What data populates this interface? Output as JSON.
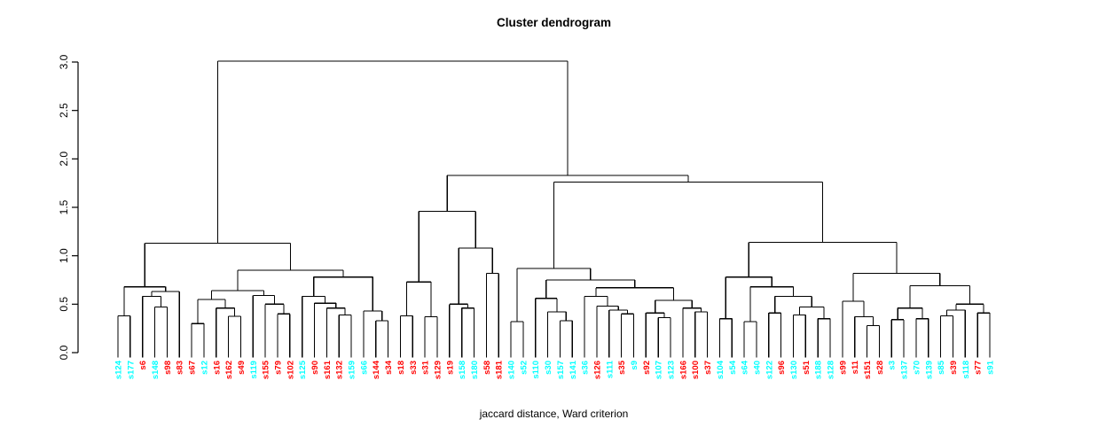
{
  "chart_data": {
    "type": "dendrogram",
    "title": "Cluster dendrogram",
    "xlabel": "jaccard distance, Ward criterion",
    "y_axis": {
      "min": 0.0,
      "max": 3.0,
      "tick_labels": [
        "0.0",
        "0.5",
        "1.0",
        "1.5",
        "2.0",
        "2.5",
        "3.0"
      ]
    },
    "colors": {
      "line": "#000000",
      "red": "#FF0000",
      "cyan": "#00FFFF"
    },
    "leaves": [
      {
        "label": "s124",
        "color": "cyan"
      },
      {
        "label": "s177",
        "color": "cyan"
      },
      {
        "label": "s6",
        "color": "red"
      },
      {
        "label": "s148",
        "color": "cyan"
      },
      {
        "label": "s98",
        "color": "red"
      },
      {
        "label": "s83",
        "color": "red"
      },
      {
        "label": "s67",
        "color": "red"
      },
      {
        "label": "s12",
        "color": "cyan"
      },
      {
        "label": "s16",
        "color": "red"
      },
      {
        "label": "s162",
        "color": "red"
      },
      {
        "label": "s49",
        "color": "red"
      },
      {
        "label": "s119",
        "color": "cyan"
      },
      {
        "label": "s155",
        "color": "red"
      },
      {
        "label": "s79",
        "color": "red"
      },
      {
        "label": "s102",
        "color": "red"
      },
      {
        "label": "s125",
        "color": "cyan"
      },
      {
        "label": "s90",
        "color": "red"
      },
      {
        "label": "s161",
        "color": "red"
      },
      {
        "label": "s132",
        "color": "red"
      },
      {
        "label": "s159",
        "color": "cyan"
      },
      {
        "label": "s66",
        "color": "cyan"
      },
      {
        "label": "s144",
        "color": "red"
      },
      {
        "label": "s34",
        "color": "red"
      },
      {
        "label": "s18",
        "color": "red"
      },
      {
        "label": "s33",
        "color": "red"
      },
      {
        "label": "s31",
        "color": "red"
      },
      {
        "label": "s129",
        "color": "red"
      },
      {
        "label": "s19",
        "color": "red"
      },
      {
        "label": "s158",
        "color": "cyan"
      },
      {
        "label": "s180",
        "color": "cyan"
      },
      {
        "label": "s58",
        "color": "red"
      },
      {
        "label": "s181",
        "color": "red"
      },
      {
        "label": "s140",
        "color": "cyan"
      },
      {
        "label": "s52",
        "color": "cyan"
      },
      {
        "label": "s110",
        "color": "cyan"
      },
      {
        "label": "s30",
        "color": "cyan"
      },
      {
        "label": "s157",
        "color": "cyan"
      },
      {
        "label": "s141",
        "color": "cyan"
      },
      {
        "label": "s36",
        "color": "cyan"
      },
      {
        "label": "s126",
        "color": "red"
      },
      {
        "label": "s111",
        "color": "cyan"
      },
      {
        "label": "s35",
        "color": "red"
      },
      {
        "label": "s9",
        "color": "cyan"
      },
      {
        "label": "s92",
        "color": "red"
      },
      {
        "label": "s107",
        "color": "cyan"
      },
      {
        "label": "s123",
        "color": "cyan"
      },
      {
        "label": "s166",
        "color": "red"
      },
      {
        "label": "s100",
        "color": "red"
      },
      {
        "label": "s37",
        "color": "red"
      },
      {
        "label": "s104",
        "color": "cyan"
      },
      {
        "label": "s54",
        "color": "cyan"
      },
      {
        "label": "s64",
        "color": "cyan"
      },
      {
        "label": "s40",
        "color": "cyan"
      },
      {
        "label": "s122",
        "color": "cyan"
      },
      {
        "label": "s96",
        "color": "red"
      },
      {
        "label": "s130",
        "color": "cyan"
      },
      {
        "label": "s51",
        "color": "red"
      },
      {
        "label": "s188",
        "color": "cyan"
      },
      {
        "label": "s128",
        "color": "cyan"
      },
      {
        "label": "s99",
        "color": "red"
      },
      {
        "label": "s11",
        "color": "red"
      },
      {
        "label": "s151",
        "color": "red"
      },
      {
        "label": "s28",
        "color": "red"
      },
      {
        "label": "s3",
        "color": "cyan"
      },
      {
        "label": "s137",
        "color": "cyan"
      },
      {
        "label": "s70",
        "color": "cyan"
      },
      {
        "label": "s139",
        "color": "cyan"
      },
      {
        "label": "s85",
        "color": "cyan"
      },
      {
        "label": "s39",
        "color": "red"
      },
      {
        "label": "s118",
        "color": "cyan"
      },
      {
        "label": "s77",
        "color": "red"
      },
      {
        "label": "s91",
        "color": "cyan"
      }
    ],
    "tree": {
      "h": 3.01,
      "c": [
        {
          "h": 1.13,
          "c": [
            {
              "h": 0.68,
              "c": [
                {
                  "h": 0.38,
                  "c": [
                    "s124",
                    "s177"
                  ]
                },
                {
                  "h": 0.63,
                  "c": [
                    {
                      "h": 0.58,
                      "c": [
                        "s6",
                        {
                          "h": 0.47,
                          "c": [
                            "s148",
                            "s98"
                          ]
                        }
                      ]
                    },
                    "s83"
                  ]
                }
              ]
            },
            {
              "h": 0.85,
              "c": [
                {
                  "h": 0.64,
                  "c": [
                    {
                      "h": 0.55,
                      "c": [
                        {
                          "h": 0.3,
                          "c": [
                            "s67",
                            "s12"
                          ]
                        },
                        {
                          "h": 0.46,
                          "c": [
                            "s16",
                            {
                              "h": 0.375,
                              "c": [
                                "s162",
                                "s49"
                              ]
                            }
                          ]
                        }
                      ]
                    },
                    {
                      "h": 0.59,
                      "c": [
                        "s119",
                        {
                          "h": 0.5,
                          "c": [
                            "s155",
                            {
                              "h": 0.4,
                              "c": [
                                "s79",
                                "s102"
                              ]
                            }
                          ]
                        }
                      ]
                    }
                  ]
                },
                {
                  "h": 0.78,
                  "c": [
                    {
                      "h": 0.58,
                      "c": [
                        "s125",
                        {
                          "h": 0.51,
                          "c": [
                            "s90",
                            {
                              "h": 0.46,
                              "c": [
                                "s161",
                                {
                                  "h": 0.39,
                                  "c": [
                                    "s132",
                                    "s159"
                                  ]
                                }
                              ]
                            }
                          ]
                        }
                      ]
                    },
                    {
                      "h": 0.43,
                      "c": [
                        "s66",
                        {
                          "h": 0.33,
                          "c": [
                            "s144",
                            "s34"
                          ]
                        }
                      ]
                    }
                  ]
                }
              ]
            }
          ]
        },
        {
          "h": 1.83,
          "c": [
            {
              "h": 1.46,
              "c": [
                {
                  "h": 0.73,
                  "c": [
                    {
                      "h": 0.38,
                      "c": [
                        "s18",
                        "s33"
                      ]
                    },
                    {
                      "h": 0.37,
                      "c": [
                        "s31",
                        "s129"
                      ]
                    }
                  ]
                },
                {
                  "h": 1.08,
                  "c": [
                    {
                      "h": 0.5,
                      "c": [
                        "s19",
                        {
                          "h": 0.46,
                          "c": [
                            "s158",
                            "s180"
                          ]
                        }
                      ]
                    },
                    {
                      "h": 0.82,
                      "c": [
                        "s58",
                        "s181"
                      ]
                    }
                  ]
                }
              ]
            },
            {
              "h": 1.76,
              "c": [
                {
                  "h": 0.87,
                  "c": [
                    {
                      "h": 0.32,
                      "c": [
                        "s140",
                        "s52"
                      ]
                    },
                    {
                      "h": 0.75,
                      "c": [
                        {
                          "h": 0.56,
                          "c": [
                            "s110",
                            {
                              "h": 0.42,
                              "c": [
                                "s30",
                                {
                                  "h": 0.33,
                                  "c": [
                                    "s157",
                                    "s141"
                                  ]
                                }
                              ]
                            }
                          ]
                        },
                        {
                          "h": 0.67,
                          "c": [
                            {
                              "h": 0.58,
                              "c": [
                                "s36",
                                {
                                  "h": 0.48,
                                  "c": [
                                    "s126",
                                    {
                                      "h": 0.44,
                                      "c": [
                                        "s111",
                                        {
                                          "h": 0.4,
                                          "c": [
                                            "s35",
                                            "s9"
                                          ]
                                        }
                                      ]
                                    }
                                  ]
                                }
                              ]
                            },
                            {
                              "h": 0.54,
                              "c": [
                                {
                                  "h": 0.41,
                                  "c": [
                                    "s92",
                                    {
                                      "h": 0.36,
                                      "c": [
                                        "s107",
                                        "s123"
                                      ]
                                    }
                                  ]
                                },
                                {
                                  "h": 0.46,
                                  "c": [
                                    "s166",
                                    {
                                      "h": 0.42,
                                      "c": [
                                        "s100",
                                        "s37"
                                      ]
                                    }
                                  ]
                                }
                              ]
                            }
                          ]
                        }
                      ]
                    }
                  ]
                },
                {
                  "h": 1.14,
                  "c": [
                    {
                      "h": 0.78,
                      "c": [
                        {
                          "h": 0.35,
                          "c": [
                            "s104",
                            "s54"
                          ]
                        },
                        {
                          "h": 0.68,
                          "c": [
                            {
                              "h": 0.32,
                              "c": [
                                "s64",
                                "s40"
                              ]
                            },
                            {
                              "h": 0.58,
                              "c": [
                                {
                                  "h": 0.41,
                                  "c": [
                                    "s122",
                                    "s96"
                                  ]
                                },
                                {
                                  "h": 0.47,
                                  "c": [
                                    {
                                      "h": 0.39,
                                      "c": [
                                        "s130",
                                        "s51"
                                      ]
                                    },
                                    {
                                      "h": 0.35,
                                      "c": [
                                        "s188",
                                        "s128"
                                      ]
                                    }
                                  ]
                                }
                              ]
                            }
                          ]
                        }
                      ]
                    },
                    {
                      "h": 0.82,
                      "c": [
                        {
                          "h": 0.53,
                          "c": [
                            "s99",
                            {
                              "h": 0.37,
                              "c": [
                                "s11",
                                {
                                  "h": 0.28,
                                  "c": [
                                    "s151",
                                    "s28"
                                  ]
                                }
                              ]
                            }
                          ]
                        },
                        {
                          "h": 0.69,
                          "c": [
                            {
                              "h": 0.46,
                              "c": [
                                {
                                  "h": 0.34,
                                  "c": [
                                    "s3",
                                    "s137"
                                  ]
                                },
                                {
                                  "h": 0.35,
                                  "c": [
                                    "s70",
                                    "s139"
                                  ]
                                }
                              ]
                            },
                            {
                              "h": 0.5,
                              "c": [
                                {
                                  "h": 0.44,
                                  "c": [
                                    {
                                      "h": 0.38,
                                      "c": [
                                        "s85",
                                        "s39"
                                      ]
                                    },
                                    "s118"
                                  ]
                                },
                                {
                                  "h": 0.41,
                                  "c": [
                                    "s77",
                                    "s91"
                                  ]
                                }
                              ]
                            }
                          ]
                        }
                      ]
                    }
                  ]
                }
              ]
            }
          ]
        }
      ]
    }
  }
}
